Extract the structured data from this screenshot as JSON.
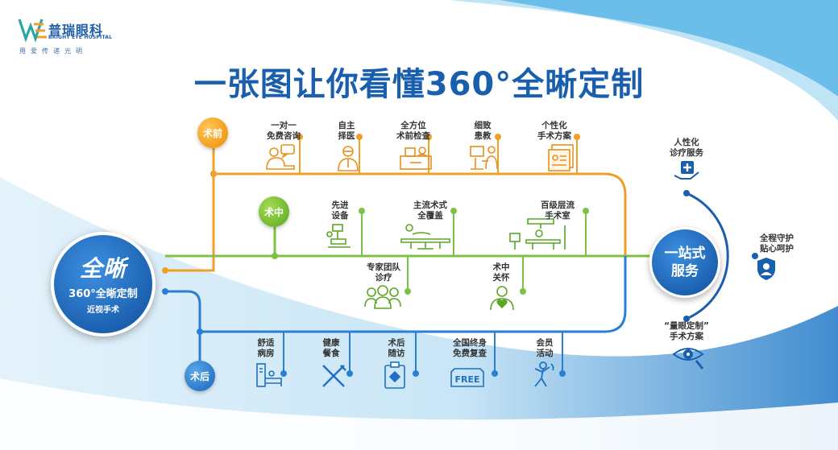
{
  "logo": {
    "name": "普瑞眼科",
    "en": "BRIGHT EYE HOSPITAL",
    "slogan": "用爱传递光明"
  },
  "title": "一张图让你看懂360°全晰定制",
  "main": {
    "big": "全晰",
    "sub": "360°全晰定制",
    "small": "近视手术"
  },
  "phases": {
    "pre": "术前",
    "mid": "术中",
    "post": "术后"
  },
  "pre_items": [
    {
      "l1": "一对一",
      "l2": "免费咨询",
      "icon": "consultation-icon"
    },
    {
      "l1": "自主",
      "l2": "择医",
      "icon": "doctor-icon"
    },
    {
      "l1": "全方位",
      "l2": "术前检查",
      "icon": "examination-icon"
    },
    {
      "l1": "细致",
      "l2": "患教",
      "icon": "education-icon"
    },
    {
      "l1": "个性化",
      "l2": "手术方案",
      "icon": "plan-icon"
    }
  ],
  "mid_items_top": [
    {
      "l1": "先进",
      "l2": "设备",
      "icon": "equipment-icon"
    },
    {
      "l1": "主流术式",
      "l2": "全覆盖",
      "icon": "surgery-bed-icon"
    },
    {
      "l1": "百级层流",
      "l2": "手术室",
      "icon": "operating-room-icon"
    }
  ],
  "mid_items_bottom": [
    {
      "l1": "专家团队",
      "l2": "诊疗",
      "icon": "expert-team-icon"
    },
    {
      "l1": "术中",
      "l2": "关怀",
      "icon": "care-icon"
    }
  ],
  "post_items": [
    {
      "l1": "舒适",
      "l2": "病房",
      "icon": "ward-icon"
    },
    {
      "l1": "健康",
      "l2": "餐食",
      "icon": "meal-icon"
    },
    {
      "l1": "术后",
      "l2": "随访",
      "icon": "follow-up-icon"
    },
    {
      "l1": "全国终身",
      "l2": "免费复查",
      "icon": "free-review-icon"
    },
    {
      "l1": "会员",
      "l2": "活动",
      "icon": "member-activity-icon"
    }
  ],
  "hub": {
    "l1": "一站式",
    "l2": "服务"
  },
  "hub_items": [
    {
      "l1": "人性化",
      "l2": "诊疗服务",
      "icon": "care-service-icon"
    },
    {
      "l1": "全程守护",
      "l2": "贴心呵护",
      "icon": "shield-user-icon"
    },
    {
      "l1": "“量眼定制”",
      "l2": "手术方案",
      "icon": "eye-scan-icon"
    }
  ],
  "colors": {
    "pre": "#F0A02A",
    "mid": "#7DC242",
    "post": "#2A7FD4",
    "blue_dark": "#1A5FAE"
  }
}
